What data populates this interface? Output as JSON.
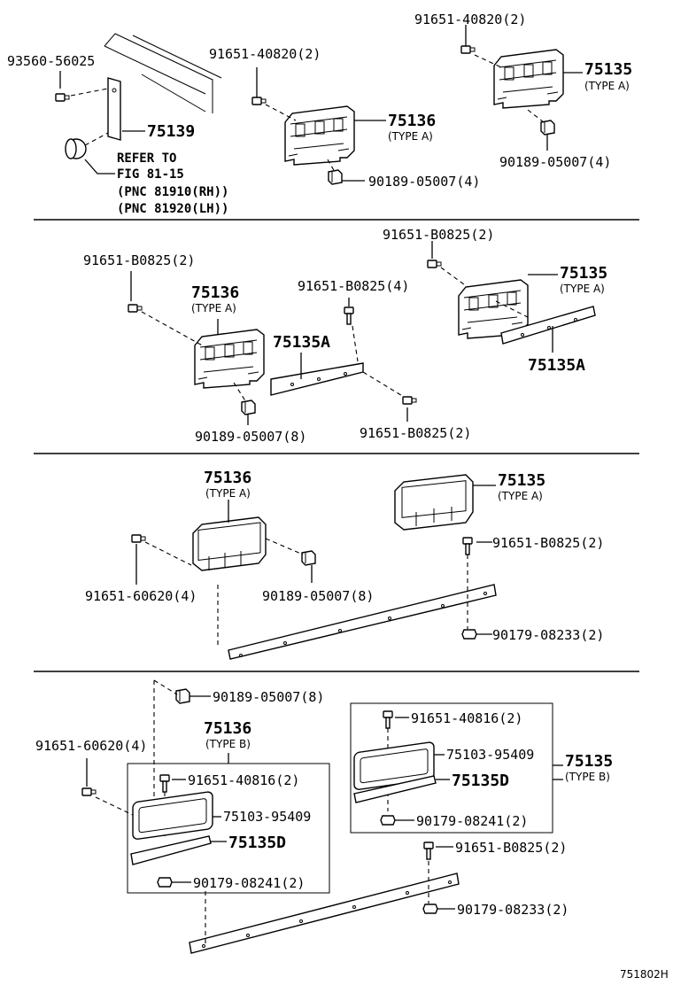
{
  "diagram_code": "751802H",
  "labels": {
    "s1_bolt_93560": "93560-56025",
    "s1_bracket_75139": "75139",
    "s1_refer_1": "REFER TO",
    "s1_refer_2": "FIG 81-15",
    "s1_refer_3": "(PNC 81910(RH))",
    "s1_refer_4": "(PNC 81920(LH))",
    "s1_screw_75136": "91651-40820(2)",
    "s1_75136": "75136",
    "s1_75136_type": "(TYPE A)",
    "s1_nut_75136": "90189-05007(4)",
    "s1_screw_75135": "91651-40820(2)",
    "s1_75135": "75135",
    "s1_75135_type": "(TYPE A)",
    "s1_nut_75135": "90189-05007(4)",
    "s2_bolt_left": "91651-B0825(2)",
    "s2_75136": "75136",
    "s2_75136_type": "(TYPE A)",
    "s2_bolt_mid": "91651-B0825(4)",
    "s2_75135A_left": "75135A",
    "s2_nut": "90189-05007(8)",
    "s2_bolt_bottom": "91651-B0825(2)",
    "s2_bolt_right": "91651-B0825(2)",
    "s2_75135": "75135",
    "s2_75135_type": "(TYPE A)",
    "s2_75135A_right": "75135A",
    "s3_75136": "75136",
    "s3_75136_type": "(TYPE A)",
    "s3_75135": "75135",
    "s3_75135_type": "(TYPE A)",
    "s3_bolt_right": "91651-B0825(2)",
    "s3_bolt_left": "91651-60620(4)",
    "s3_nut": "90189-05007(8)",
    "s3_bolt_bottom": "90179-08233(2)",
    "s4_nut_top": "90189-05007(8)",
    "s4_bolt_left": "91651-60620(4)",
    "s4_75136": "75136",
    "s4_75136_type": "(TYPE B)",
    "s4_l_bolt": "91651-40816(2)",
    "s4_l_plate": "75103-95409",
    "s4_l_75135D": "75135D",
    "s4_l_nut": "90179-08241(2)",
    "s4_r_bolt": "91651-40816(2)",
    "s4_r_plate": "75103-95409",
    "s4_r_75135D": "75135D",
    "s4_r_nut": "90179-08241(2)",
    "s4_75135": "75135",
    "s4_75135_type": "(TYPE B)",
    "s4_bolt_right": "91651-B0825(2)",
    "s4_bolt_bottom": "90179-08233(2)"
  }
}
